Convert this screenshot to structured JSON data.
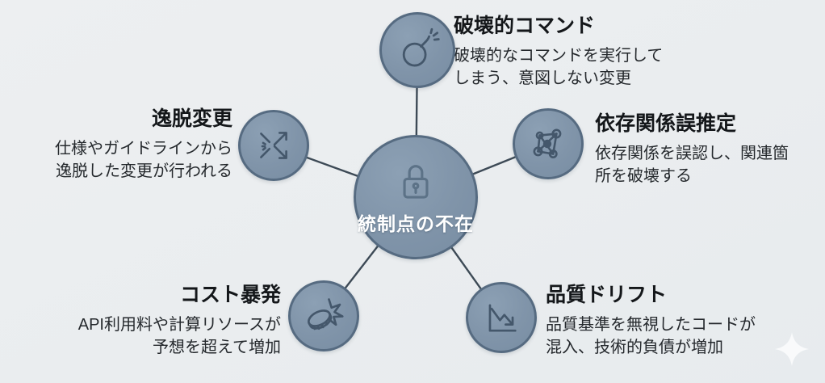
{
  "diagram": {
    "type": "hub-and-spoke",
    "background_color": "#eaedef",
    "node_fill_color": "#8094a9",
    "node_border_color": "#566b81",
    "connector_color": "#3d4a56",
    "title_text_color": "#14171a",
    "desc_text_color": "#25292d",
    "center_label_color": "#ffffff"
  },
  "center": {
    "label": "統制点の不在",
    "icon": "lock-icon"
  },
  "nodes": [
    {
      "id": "destructive-commands",
      "position": "top",
      "icon": "bomb-icon",
      "title": "破壊的コマンド",
      "desc_lines": [
        "破壊的なコマンドを実行して",
        "しまう、意図しない変更"
      ]
    },
    {
      "id": "deviation-changes",
      "position": "left",
      "icon": "diverging-arrows-icon",
      "title": "逸脱変更",
      "desc_lines": [
        "仕様やガイドラインから",
        "逸脱した変更が行われる"
      ]
    },
    {
      "id": "dependency-misestimation",
      "position": "right",
      "icon": "network-graph-icon",
      "title": "依存関係誤推定",
      "desc_lines": [
        "依存関係を誤認し、関連箇",
        "所を破壊する"
      ]
    },
    {
      "id": "cost-explosion",
      "position": "bottom-left",
      "icon": "exploding-coin-icon",
      "title": "コスト暴発",
      "desc_lines": [
        "API利用料や計算リソースが",
        "予想を超えて増加"
      ]
    },
    {
      "id": "quality-drift",
      "position": "bottom-right",
      "icon": "declining-chart-icon",
      "title": "品質ドリフト",
      "desc_lines": [
        "品質基準を無視したコードが",
        "混入、技術的負債が増加"
      ]
    }
  ],
  "watermark": {
    "icon": "sparkle-icon"
  }
}
